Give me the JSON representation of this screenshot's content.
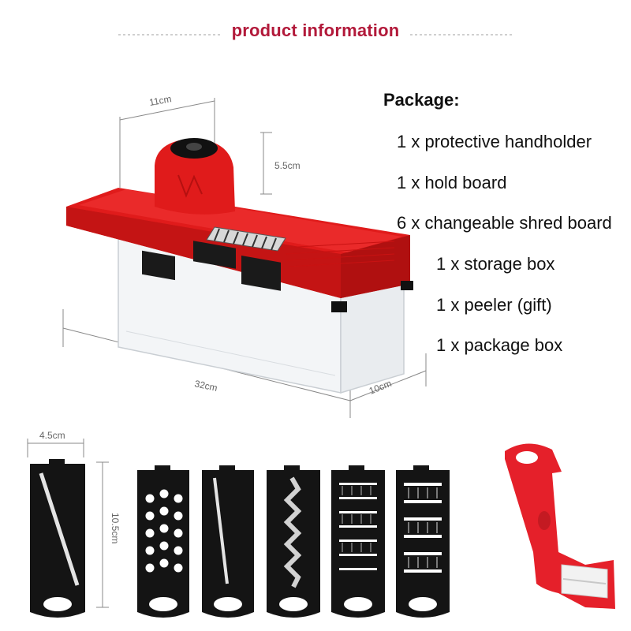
{
  "header": {
    "title": "product information"
  },
  "dimensions": {
    "slicer_width": "11cm",
    "slicer_height": "5.5cm",
    "slicer_length": "32cm",
    "slicer_depth": "10cm",
    "blade_width": "4.5cm",
    "blade_length": "10.5cm"
  },
  "package": {
    "heading": "Package:",
    "items": [
      "1 x protective handholder",
      "1 x hold board",
      "6 x changeable shred board",
      "1 x storage box",
      "1 x peeler (gift)",
      "1 x package box"
    ]
  },
  "colors": {
    "title": "#b2193a",
    "product_red": "#e01b1b",
    "blade_black": "#141414"
  }
}
